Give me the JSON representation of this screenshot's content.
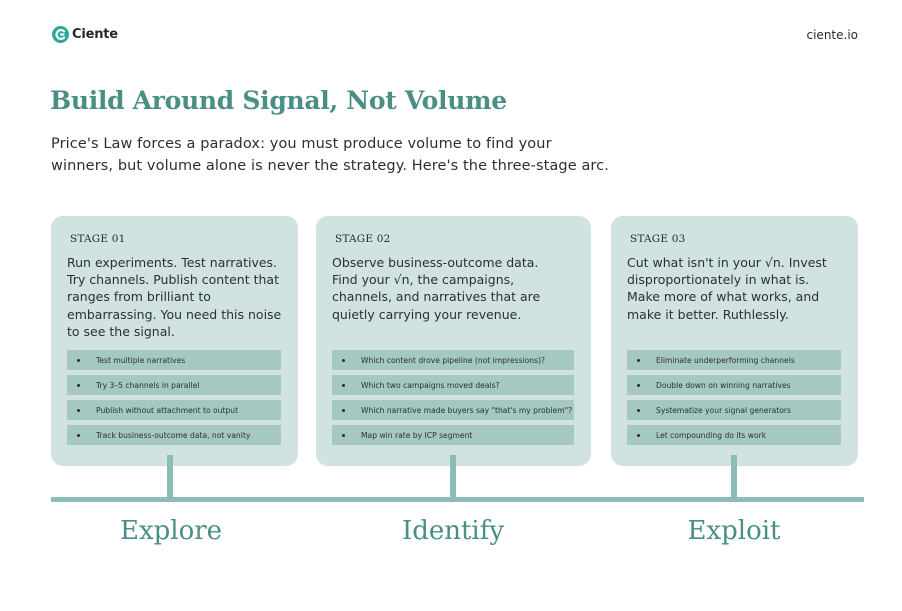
{
  "brand": {
    "name": "Ciente",
    "url": "ciente.io",
    "accent": "#4a8f86",
    "card_bg": "#d0e3e1",
    "bullet_bg": "#a5c8c3"
  },
  "title": "Build Around Signal, Not Volume",
  "subtitle_lines": [
    "Price's Law forces a paradox: you must produce volume to find your",
    "winners, but volume alone is never the strategy. Here's the three-stage arc."
  ],
  "stages": [
    {
      "label": "STAGE 01",
      "desc_lines": [
        "Run experiments. Test narratives.",
        "Try channels. Publish content that",
        "ranges from brilliant to",
        "embarrassing. You need this noise",
        "to see the signal."
      ],
      "bullets": [
        "Test multiple narratives",
        "Try 3–5 channels in parallel",
        "Publish without attachment to output",
        "Track business-outcome data, not vanity"
      ],
      "phase": "Explore"
    },
    {
      "label": "STAGE 02",
      "desc_lines": [
        "Observe business-outcome data.",
        "Find your √n, the campaigns,",
        "channels, and narratives that are",
        "quietly carrying your revenue."
      ],
      "bullets": [
        "Which content drove pipeline (not impressions)?",
        "Which two campaigns moved deals?",
        "Which narrative made buyers say \"that's my problem\"?",
        "Map win rate by ICP segment"
      ],
      "phase": "Identify"
    },
    {
      "label": "STAGE 03",
      "desc_lines": [
        "Cut what isn't in your √n. Invest",
        "disproportionately in what is.",
        "Make more of what works, and",
        "make it better. Ruthlessly."
      ],
      "bullets": [
        "Eliminate underperforming channels",
        "Double down on winning narratives",
        "Systematize your signal generators",
        "Let compounding do its work"
      ],
      "phase": "Exploit"
    }
  ]
}
